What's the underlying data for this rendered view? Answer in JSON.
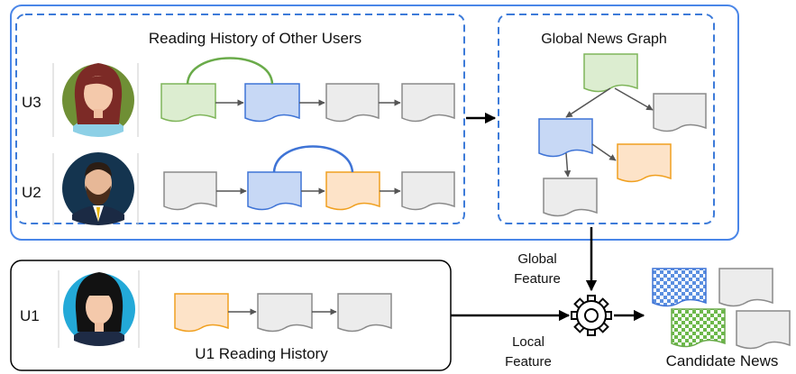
{
  "panels": {
    "other_users_title": "Reading History of Other Users",
    "graph_title": "Global News Graph",
    "u1_history_title": "U1 Reading History"
  },
  "users": {
    "u3": "U3",
    "u2": "U2",
    "u1": "U1"
  },
  "edges": {
    "global_feature_line1": "Global",
    "global_feature_line2": "Feature",
    "local_feature_line1": "Local",
    "local_feature_line2": "Feature"
  },
  "output": {
    "candidate_news": "Candidate News"
  },
  "colors": {
    "outer_border": "#4a86e8",
    "dashed_border": "#3d7bd9",
    "green_doc": "#dcedd0",
    "green_stroke": "#7fb55a",
    "blue_doc": "#c7d8f5",
    "blue_stroke": "#3f74d6",
    "orange_doc": "#fde3c8",
    "orange_stroke": "#f0a020",
    "gray_doc": "#ececec",
    "gray_stroke": "#8a8a8a"
  },
  "icons": {
    "gear": "gear-icon",
    "avatar_u3": "woman-avatar-icon",
    "avatar_u2": "bearded-man-avatar-icon",
    "avatar_u1": "woman-avatar-icon"
  }
}
